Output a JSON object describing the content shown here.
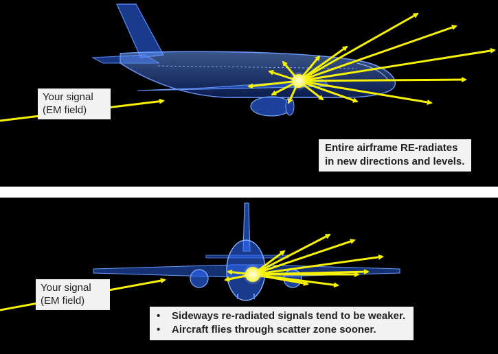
{
  "top_panel": {
    "signal_label_line1": "Your signal",
    "signal_label_line2": "(EM field)",
    "caption_line1": "Entire airframe RE-radiates",
    "caption_line2": "in new directions and levels."
  },
  "bottom_panel": {
    "signal_label_line1": "Your signal",
    "signal_label_line2": "(EM field)",
    "bullets": [
      "Sideways re-radiated signals tend to be weaker.",
      "Aircraft flies through scatter zone sooner."
    ],
    "bullet_glyph": "•"
  },
  "colors": {
    "background": "#000000",
    "aircraft_wireframe": "#2f6cff",
    "arrow": "#f7f200",
    "label_box": "#f2f2f2"
  },
  "icons": [
    "aircraft-side-view-icon",
    "aircraft-front-view-icon",
    "radiating-arrows-icon"
  ]
}
